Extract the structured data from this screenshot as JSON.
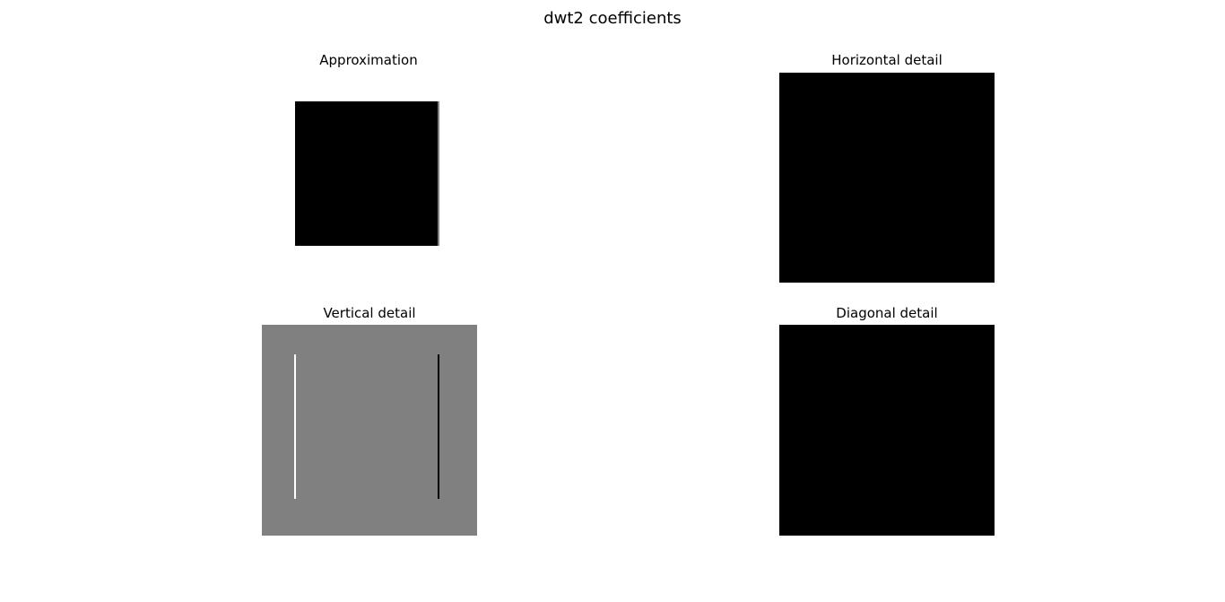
{
  "chart_data": {
    "type": "heatmap",
    "title": "dwt2 coefficients",
    "colormap": "gray",
    "axes": "off",
    "panels": [
      {
        "key": "approximation",
        "title": "Approximation",
        "background": "#000000",
        "features": [
          {
            "kind": "vertical-edge",
            "color": "#7f7f7f"
          }
        ]
      },
      {
        "key": "horizontal",
        "title": "Horizontal detail",
        "background": "#000000",
        "features": []
      },
      {
        "key": "vertical",
        "title": "Vertical detail",
        "background": "#808080",
        "features": [
          {
            "kind": "vertical-line",
            "color": "#ffffff"
          },
          {
            "kind": "vertical-line",
            "color": "#000000"
          }
        ]
      },
      {
        "key": "diagonal",
        "title": "Diagonal detail",
        "background": "#000000",
        "features": []
      }
    ]
  }
}
